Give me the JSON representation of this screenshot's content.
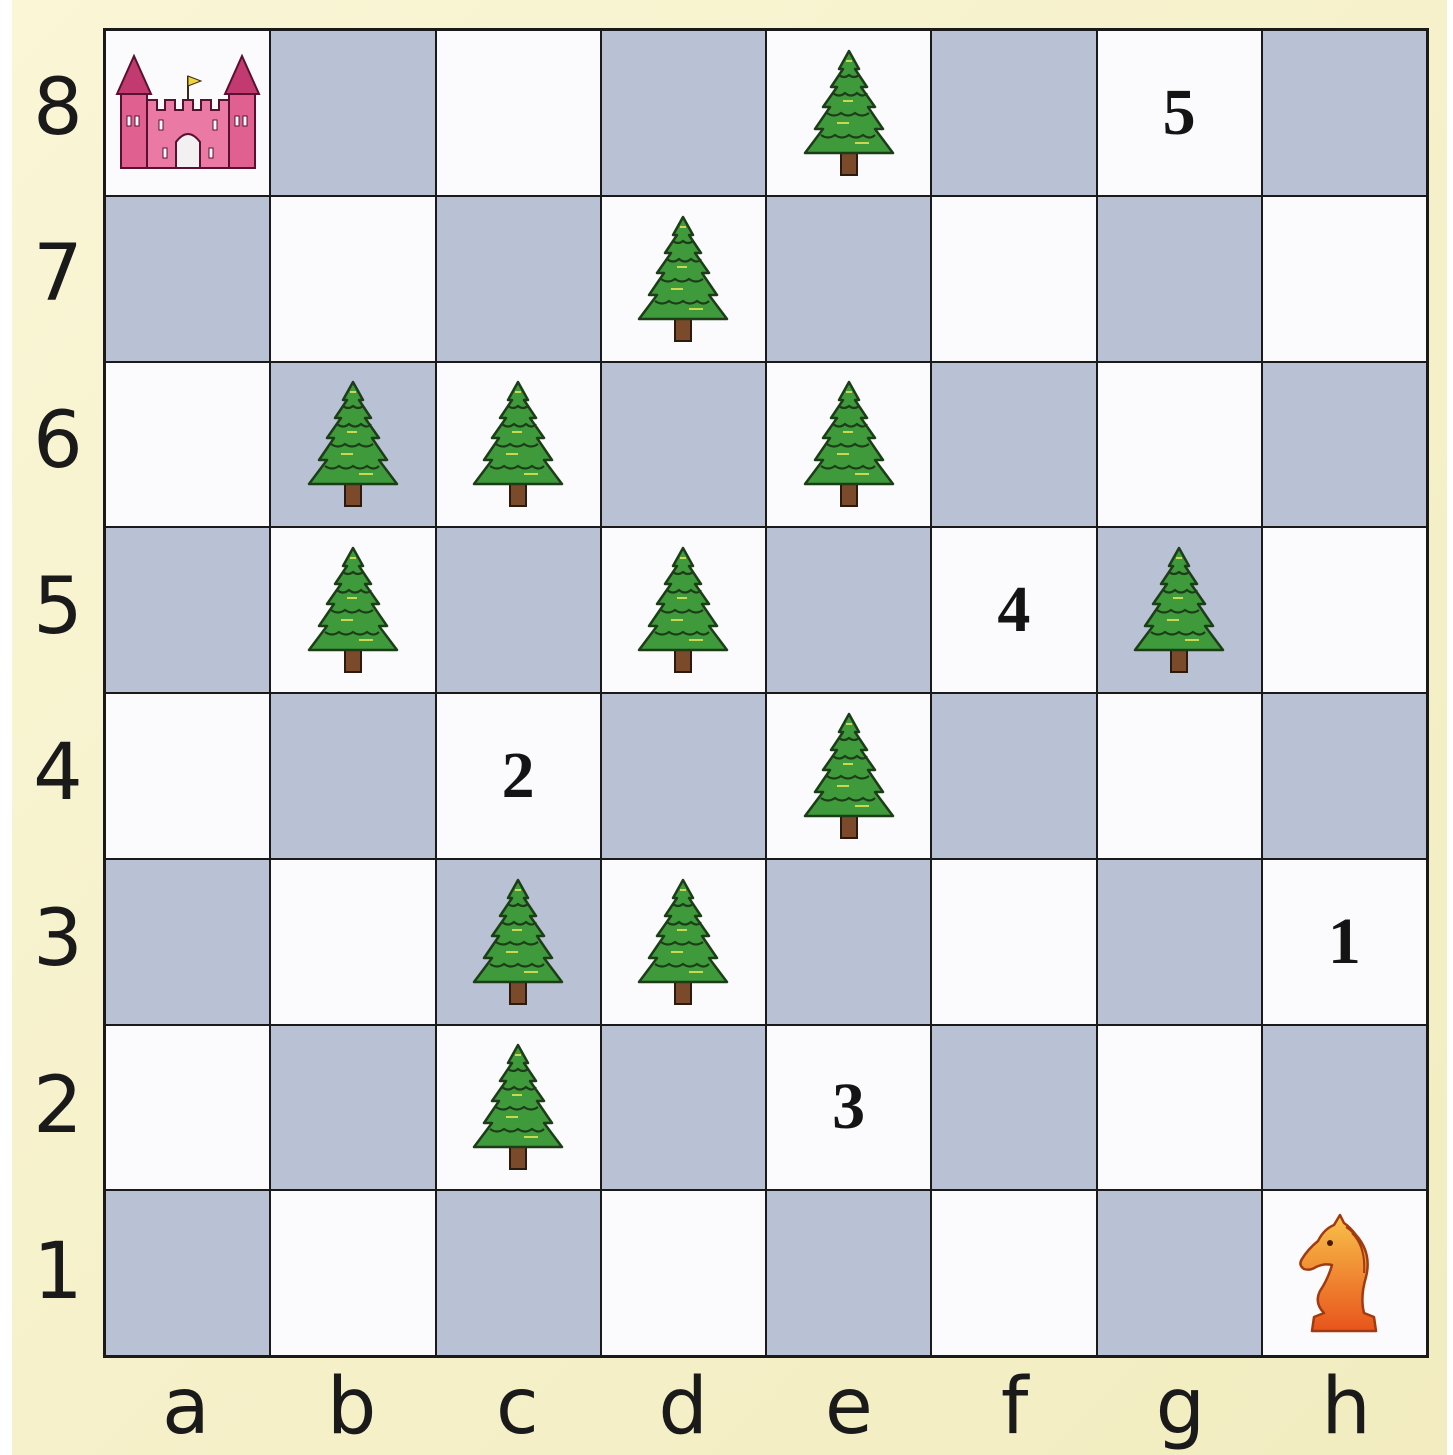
{
  "board": {
    "files": [
      "a",
      "b",
      "c",
      "d",
      "e",
      "f",
      "g",
      "h"
    ],
    "ranks": [
      "8",
      "7",
      "6",
      "5",
      "4",
      "3",
      "2",
      "1"
    ],
    "pieces": {
      "a8": "castle",
      "h1": "knight",
      "e8": "tree",
      "d7": "tree",
      "b6": "tree",
      "c6": "tree",
      "e6": "tree",
      "b5": "tree",
      "d5": "tree",
      "g5": "tree",
      "e4": "tree",
      "c3": "tree",
      "d3": "tree",
      "c2": "tree"
    },
    "numbers": {
      "g8": "5",
      "f5": "4",
      "c4": "2",
      "h3": "1",
      "e2": "3"
    }
  },
  "colors": {
    "light_square": "#fbfbfd",
    "dark_square": "#b9c1d4",
    "background": "#f7f3cf",
    "tree": "#3f9a3c",
    "castle": "#e0608f",
    "knight": "#f2973a"
  },
  "icons": {
    "castle": "castle-icon",
    "tree": "tree-icon",
    "knight": "knight-icon"
  }
}
